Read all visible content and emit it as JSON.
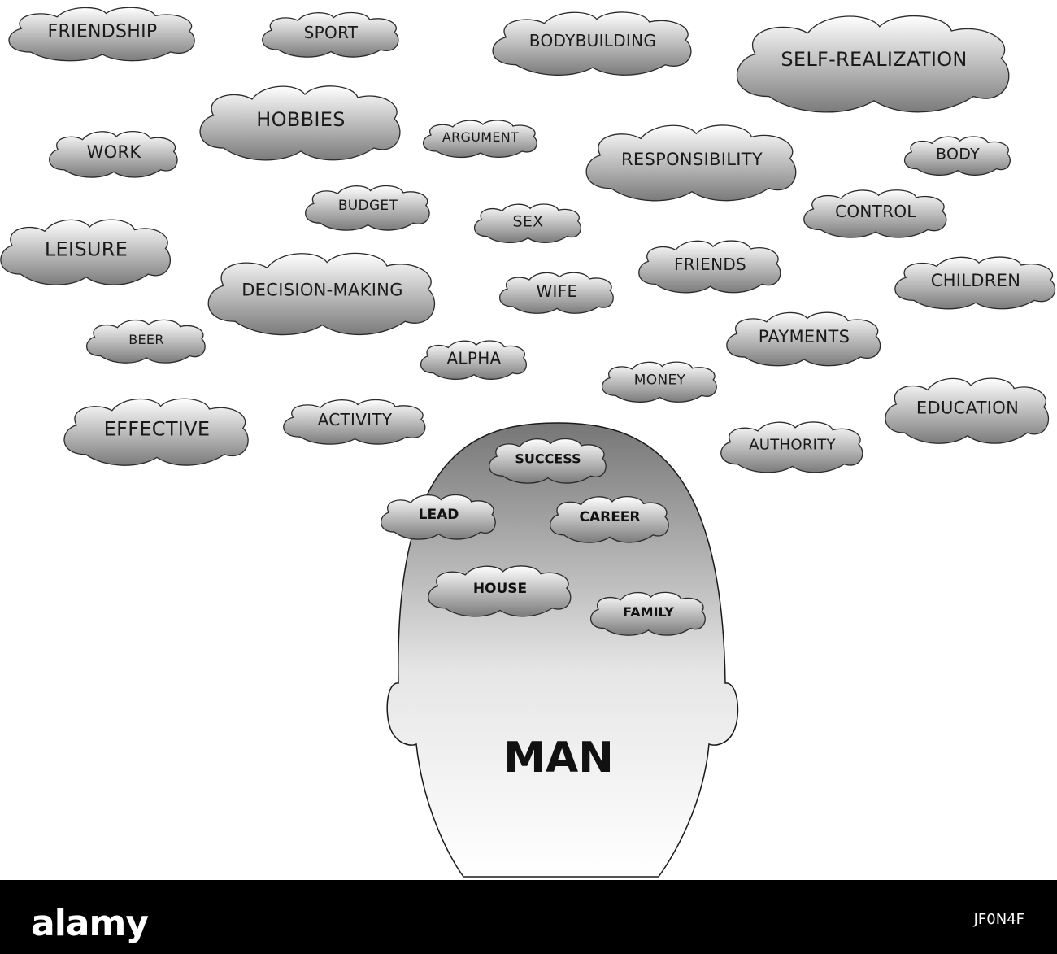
{
  "outer_words": [
    "FRIENDSHIP",
    "SPORT",
    "BODYBUILDING",
    "SELF-REALIZATION",
    "HOBBIES",
    "WORK",
    "ARGUMENT",
    "RESPONSIBILITY",
    "BODY",
    "BUDGET",
    "SEX",
    "CONTROL",
    "LEISURE",
    "DECISION-MAKING",
    "FRIENDS",
    "CHILDREN",
    "WIFE",
    "BEER",
    "PAYMENTS",
    "ALPHA",
    "MONEY",
    "EFFECTIVE",
    "ACTIVITY",
    "EDUCATION",
    "AUTHORITY"
  ],
  "head_words": [
    "SUCCESS",
    "LEAD",
    "CAREER",
    "HOUSE",
    "FAMILY"
  ],
  "head_label": "MAN",
  "footer": {
    "logo": "alamy",
    "image_id": "JF0N4F"
  },
  "colors": {
    "cloud_light": "#ffffff",
    "cloud_dark": "#7b7b7b",
    "head_top": "#767676",
    "head_bottom": "#ffffff",
    "footer_bg": "#000000"
  }
}
